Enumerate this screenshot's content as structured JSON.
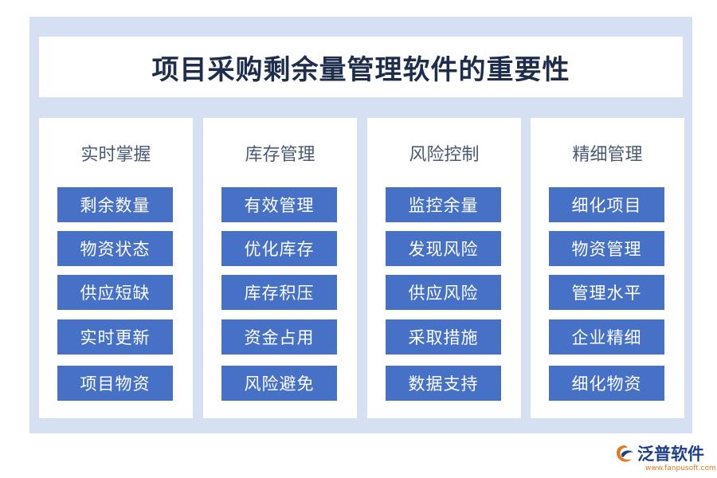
{
  "title": "项目采购剩余量管理软件的重要性",
  "columns": [
    {
      "heading": "实时掌握",
      "items": [
        "剩余数量",
        "物资状态",
        "供应短缺",
        "实时更新",
        "项目物资"
      ]
    },
    {
      "heading": "库存管理",
      "items": [
        "有效管理",
        "优化库存",
        "库存积压",
        "资金占用",
        "风险避免"
      ]
    },
    {
      "heading": "风险控制",
      "items": [
        "监控余量",
        "发现风险",
        "供应风险",
        "采取措施",
        "数据支持"
      ]
    },
    {
      "heading": "精细管理",
      "items": [
        "细化项目",
        "物资管理",
        "管理水平",
        "企业精细",
        "细化物资"
      ]
    }
  ],
  "logo": {
    "name": "泛普软件",
    "url": "www.fanpusoft.com"
  },
  "colors": {
    "frame": "#d6e0f3",
    "item_fill": "#4671c6",
    "title_text": "#1f2d4d",
    "heading_text": "#4a5a72",
    "logo_blue": "#1d3f8a",
    "logo_orange": "#e07a25"
  }
}
